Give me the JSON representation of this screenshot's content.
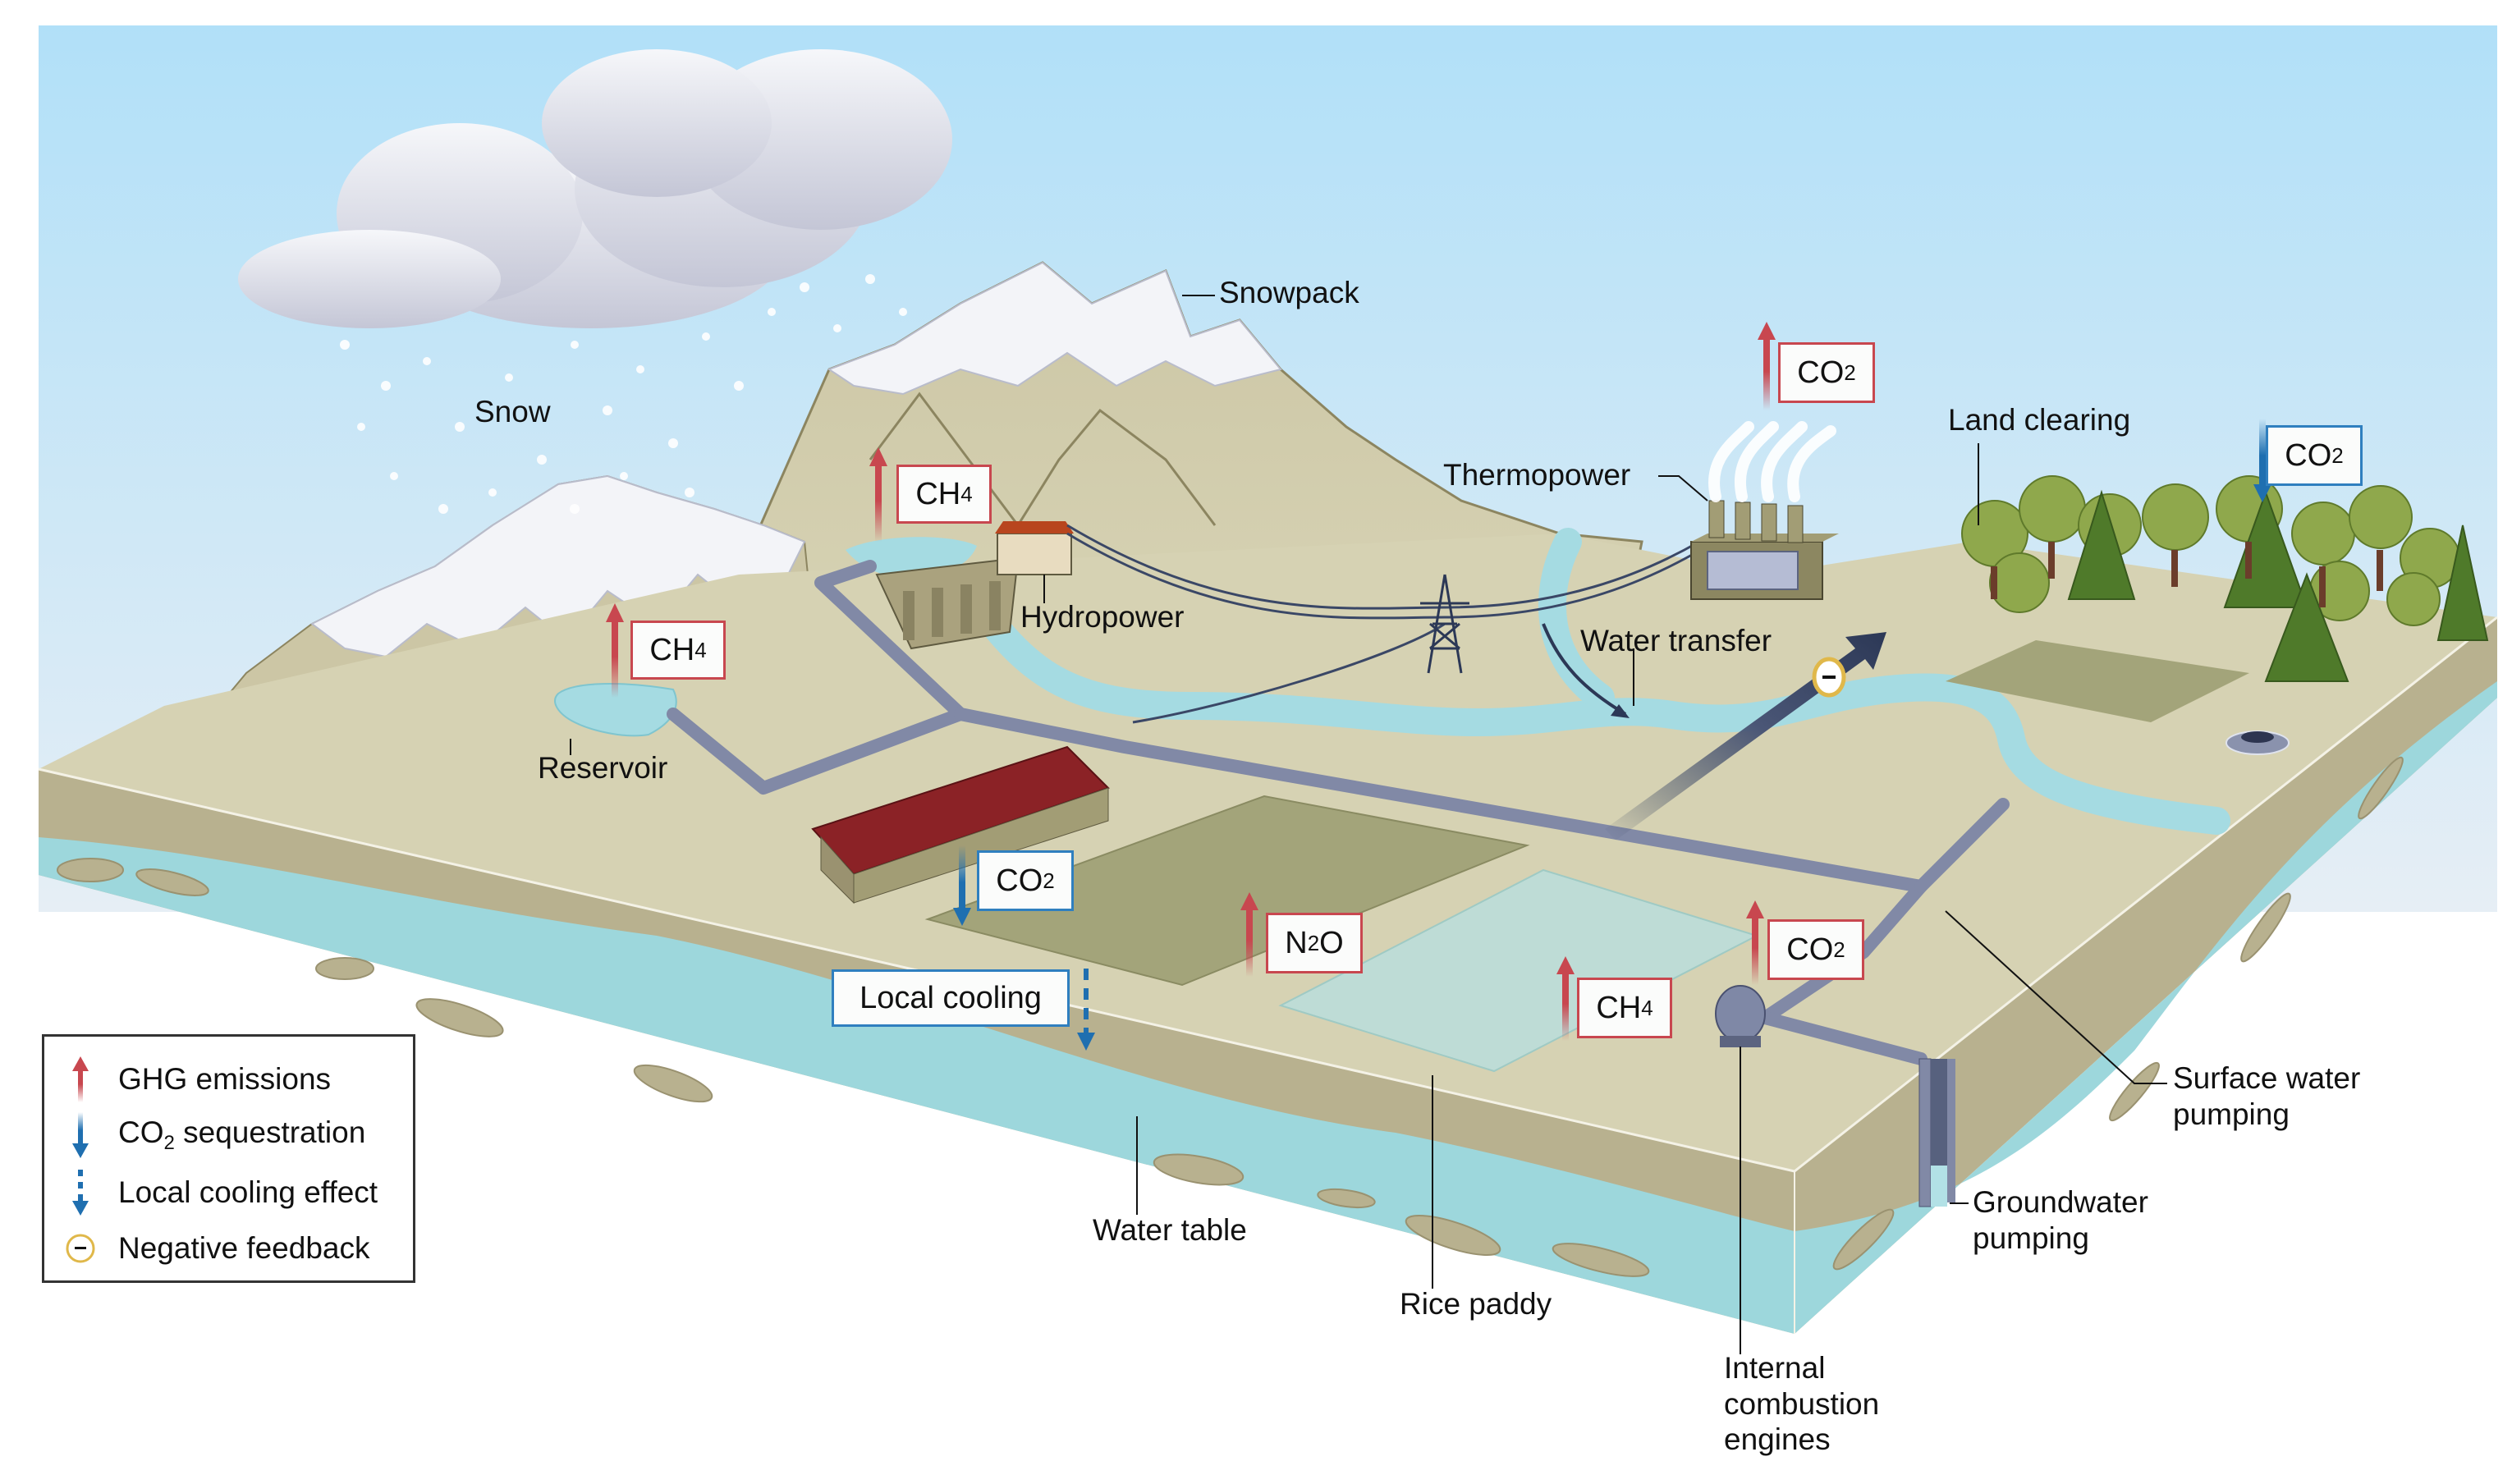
{
  "figure": {
    "title": "Agricultural water use, energy and greenhouse gas interactions",
    "colors": {
      "sky": "#b3e0f7",
      "ground_top": "#d6d2b3",
      "ground_side": "#b8b18f",
      "water": "#9dd7dc",
      "snow": "#f2f4f8",
      "emission_arrow": "#c8474f",
      "sequestration_arrow": "#1f6fb0",
      "feedback_ring": "#e0b84a",
      "pipe": "#7f88a6",
      "roof": "#8b2226"
    }
  },
  "labels": {
    "snow": "Snow",
    "snowpack": "Snowpack",
    "reservoir": "Reservoir",
    "hydropower": "Hydropower",
    "thermopower": "Thermopower",
    "water_transfer": "Water transfer",
    "land_clearing": "Land clearing",
    "water_table": "Water table",
    "rice_paddy": "Rice paddy",
    "internal_combustion_engines": [
      "Internal",
      "combustion",
      "engines"
    ],
    "surface_water_pumping": [
      "Surface water",
      "pumping"
    ],
    "groundwater_pumping": [
      "Groundwater",
      "pumping"
    ],
    "local_cooling": "Local cooling"
  },
  "gas_boxes": [
    {
      "id": "reservoir-ch4",
      "base": "CH",
      "sub": "4",
      "post": "",
      "flux": "emission"
    },
    {
      "id": "hydro-ch4",
      "base": "CH",
      "sub": "4",
      "post": "",
      "flux": "emission"
    },
    {
      "id": "thermo-co2",
      "base": "CO",
      "sub": "2",
      "post": "",
      "flux": "emission"
    },
    {
      "id": "forest-co2",
      "base": "CO",
      "sub": "2",
      "post": "",
      "flux": "sequestration"
    },
    {
      "id": "farm-co2",
      "base": "CO",
      "sub": "2",
      "post": "",
      "flux": "sequestration"
    },
    {
      "id": "farm-n2o",
      "base": "N",
      "sub": "2",
      "post": "O",
      "flux": "emission"
    },
    {
      "id": "paddy-ch4",
      "base": "CH",
      "sub": "4",
      "post": "",
      "flux": "emission"
    },
    {
      "id": "pump-co2",
      "base": "CO",
      "sub": "2",
      "post": "",
      "flux": "emission"
    }
  ],
  "legend": {
    "items": [
      {
        "symbol": "red-up-arrow",
        "label": "GHG emissions"
      },
      {
        "symbol": "blue-down-arrow",
        "label_base": "CO",
        "label_sub": "2",
        "label_rest": " sequestration"
      },
      {
        "symbol": "blue-dashed-down-arrow",
        "label": "Local cooling effect"
      },
      {
        "symbol": "minus-circle",
        "label": "Negative feedback"
      }
    ],
    "feedback_symbol": "−"
  }
}
